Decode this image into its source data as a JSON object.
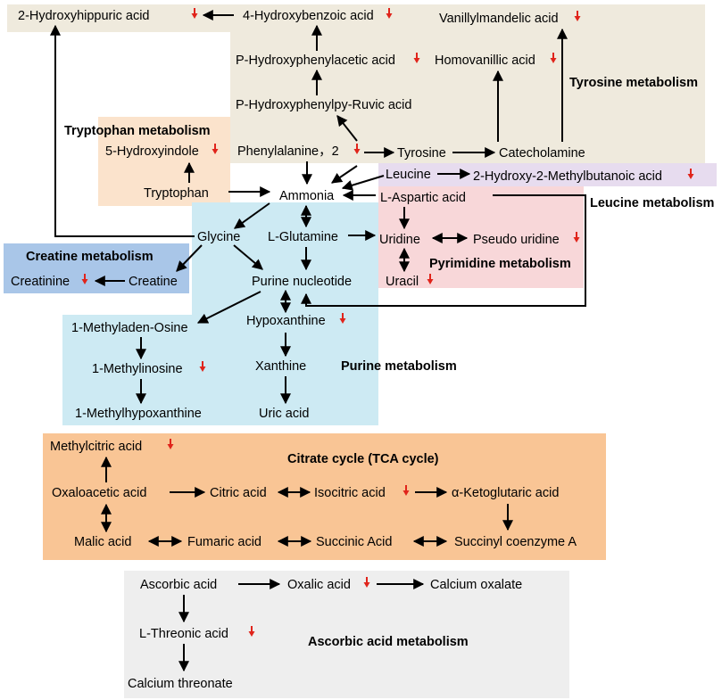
{
  "colors": {
    "tyrosine_bg": "#efeadd",
    "tryptophan_bg": "#fbe3cc",
    "leucine_bg": "#e7dcef",
    "pyrimidine_bg": "#f8d7d9",
    "creatine_bg": "#a9c6e8",
    "purine_bg": "#cdeaf3",
    "tca_bg": "#f9c595",
    "ascorbic_bg": "#eeeeee",
    "arrow": "#000000",
    "down_marker": "#e0241b"
  },
  "pathways": {
    "tyrosine": "Tyrosine metabolism",
    "tryptophan": "Tryptophan metabolism",
    "leucine": "Leucine metabolism",
    "pyrimidine": "Pyrimidine metabolism",
    "creatine": "Creatine metabolism",
    "purine": "Purine metabolism",
    "tca": "Citrate cycle (TCA cycle)",
    "ascorbic": "Ascorbic acid metabolism"
  },
  "metabolites": {
    "hydroxyhippuric": "2-Hydroxyhippuric acid",
    "hydroxybenzoic": "4-Hydroxybenzoic acid",
    "vanillylmandelic": "Vanillylmandelic acid",
    "hydroxyphenylacetic": "P-Hydroxyphenylacetic acid",
    "homovanillic": "Homovanillic acid",
    "hydroxyphenylpyruvic": "P-Hydroxyphenylpy-Ruvic acid",
    "hydroxyindole": "5-Hydroxyindole",
    "phenylalanine": "Phenylalanine，2",
    "tyrosine": "Tyrosine",
    "catecholamine": "Catecholamine",
    "tryptophan": "Tryptophan",
    "leucine": "Leucine",
    "methylbutanoic": "2-Hydroxy-2-Methylbutanoic acid",
    "ammonia": "Ammonia",
    "aspartic": "L-Aspartic acid",
    "glycine": "Glycine",
    "glutamine": "L-Glutamine",
    "uridine": "Uridine",
    "pseudouridine": "Pseudo uridine",
    "creatinine": "Creatinine",
    "creatine": "Creatine",
    "purine_nucleotide": "Purine nucleotide",
    "uracil": "Uracil",
    "methyladenosine": "1-Methyladen-Osine",
    "hypoxanthine": "Hypoxanthine",
    "methylinosine": "1-Methylinosine",
    "xanthine": "Xanthine",
    "methylhypoxanthine": "1-Methylhypoxanthine",
    "uric": "Uric acid",
    "methylcitric": "Methylcitric acid",
    "oxaloacetic": "Oxaloacetic acid",
    "citric": "Citric acid",
    "isocitric": "Isocitric acid",
    "ketoglutaric": "α-Ketoglutaric acid",
    "malic": "Malic acid",
    "fumaric": "Fumaric acid",
    "succinic": "Succinic Acid",
    "succinyl": "Succinyl coenzyme A",
    "ascorbic": "Ascorbic acid",
    "oxalic": "Oxalic acid",
    "calcium_oxalate": "Calcium oxalate",
    "threonic": "L-Threonic acid",
    "calcium_threonate": "Calcium threonate"
  }
}
